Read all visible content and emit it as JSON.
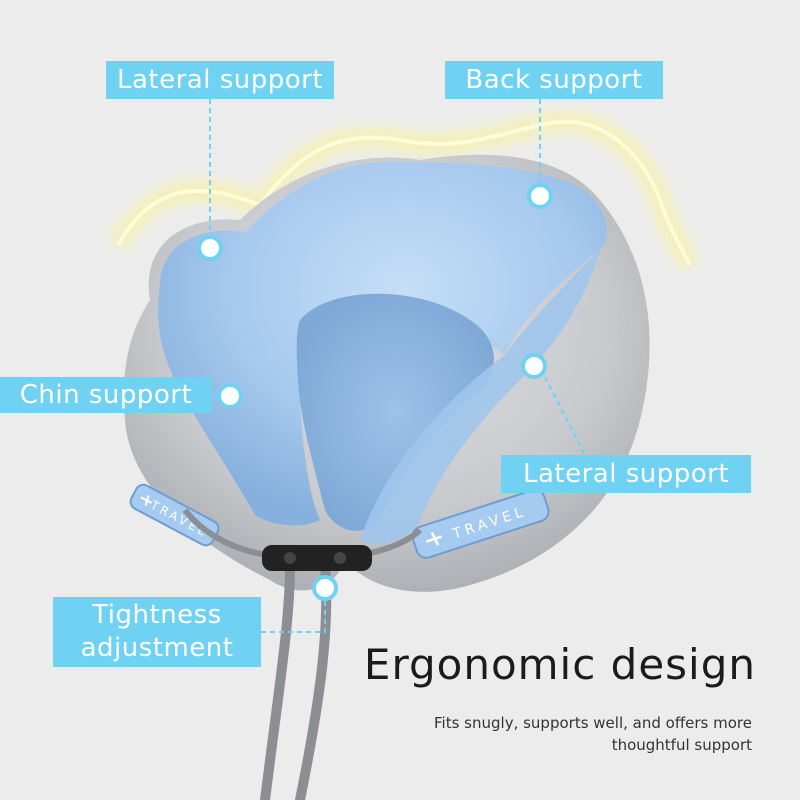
{
  "callouts": {
    "lateral_left": "Lateral support",
    "back": "Back support",
    "chin": "Chin support",
    "lateral_right": "Lateral support",
    "tightness_line1": "Tightness",
    "tightness_line2": "adjustment"
  },
  "pillow_badges": {
    "left": "TRAVEL",
    "right": "TRAVEL"
  },
  "headline": "Ergonomic design",
  "subtext_line1": "Fits snugly, supports well, and offers more",
  "subtext_line2": "thoughtful support",
  "colors": {
    "background": "#ececec",
    "callout": "#6fd2f3",
    "pillow_inner": "#a9cdf0",
    "pillow_outer": "#c9cbcf",
    "glow": "#f7f2a6"
  }
}
